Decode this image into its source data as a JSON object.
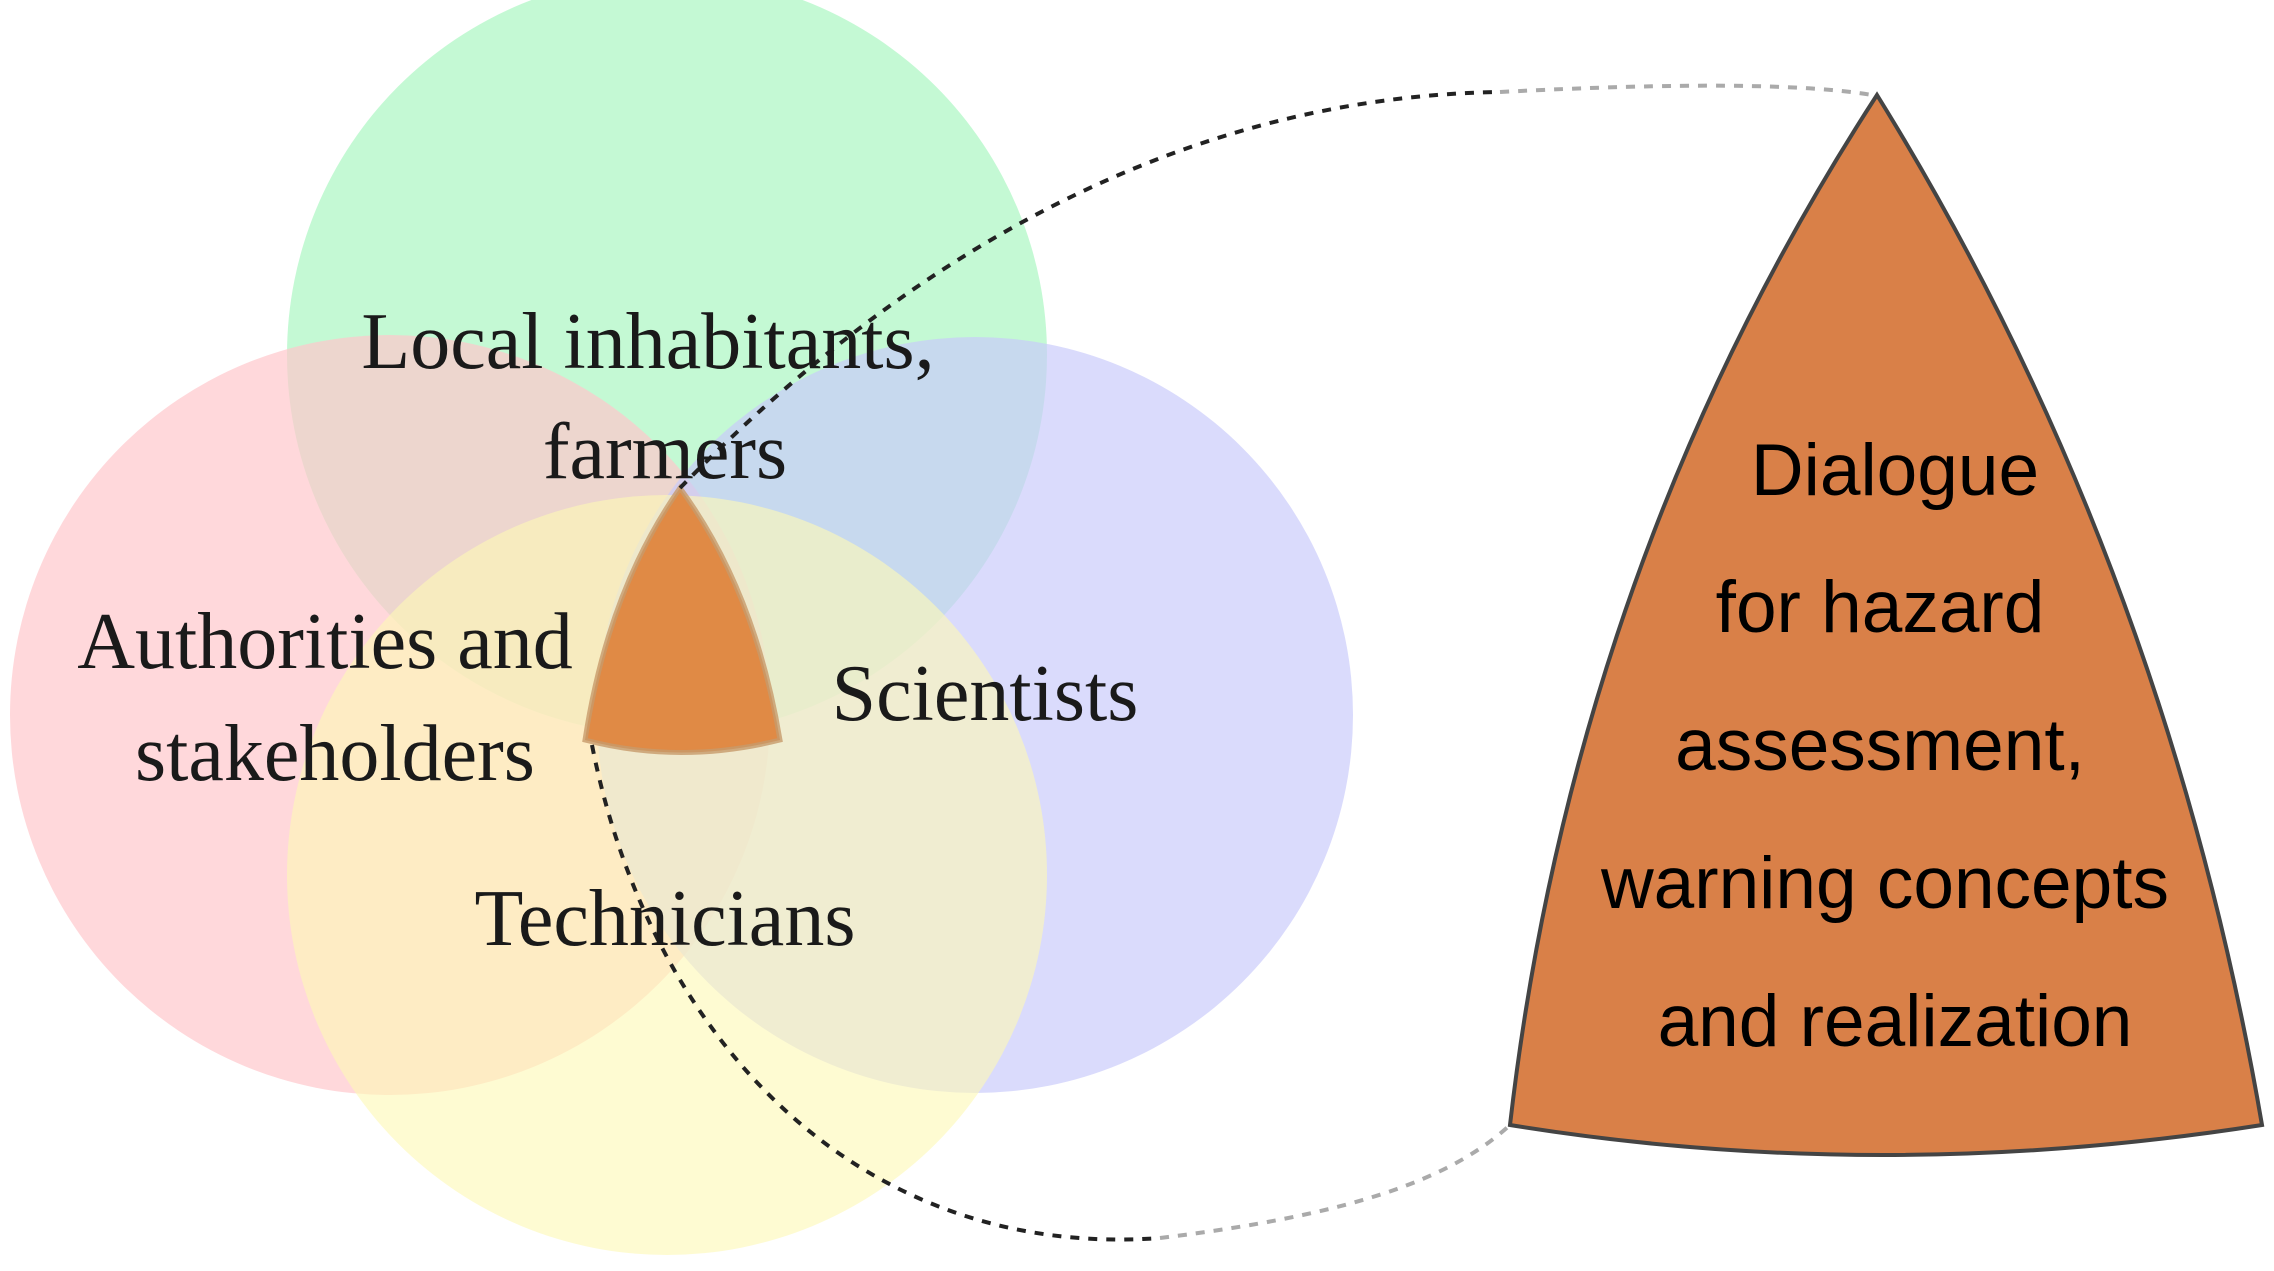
{
  "diagram": {
    "groups": {
      "local": {
        "line1": "Local inhabitants,",
        "line2": "farmers",
        "color": "#b3f7c8"
      },
      "authorities": {
        "line1": "Authorities and",
        "line2": "stakeholders",
        "color": "#ffc8cc"
      },
      "scientists": {
        "line1": "Scientists",
        "color": "#c9cafa"
      },
      "technicians": {
        "line1": "Technicians",
        "color": "#fdf9b6"
      }
    },
    "center_color": "#e08a45",
    "detail": {
      "lines": [
        "Dialogue",
        "for hazard",
        "assessment,",
        "warning concepts",
        "and realization"
      ],
      "fill": "#d98048",
      "stroke": "#444444"
    }
  }
}
